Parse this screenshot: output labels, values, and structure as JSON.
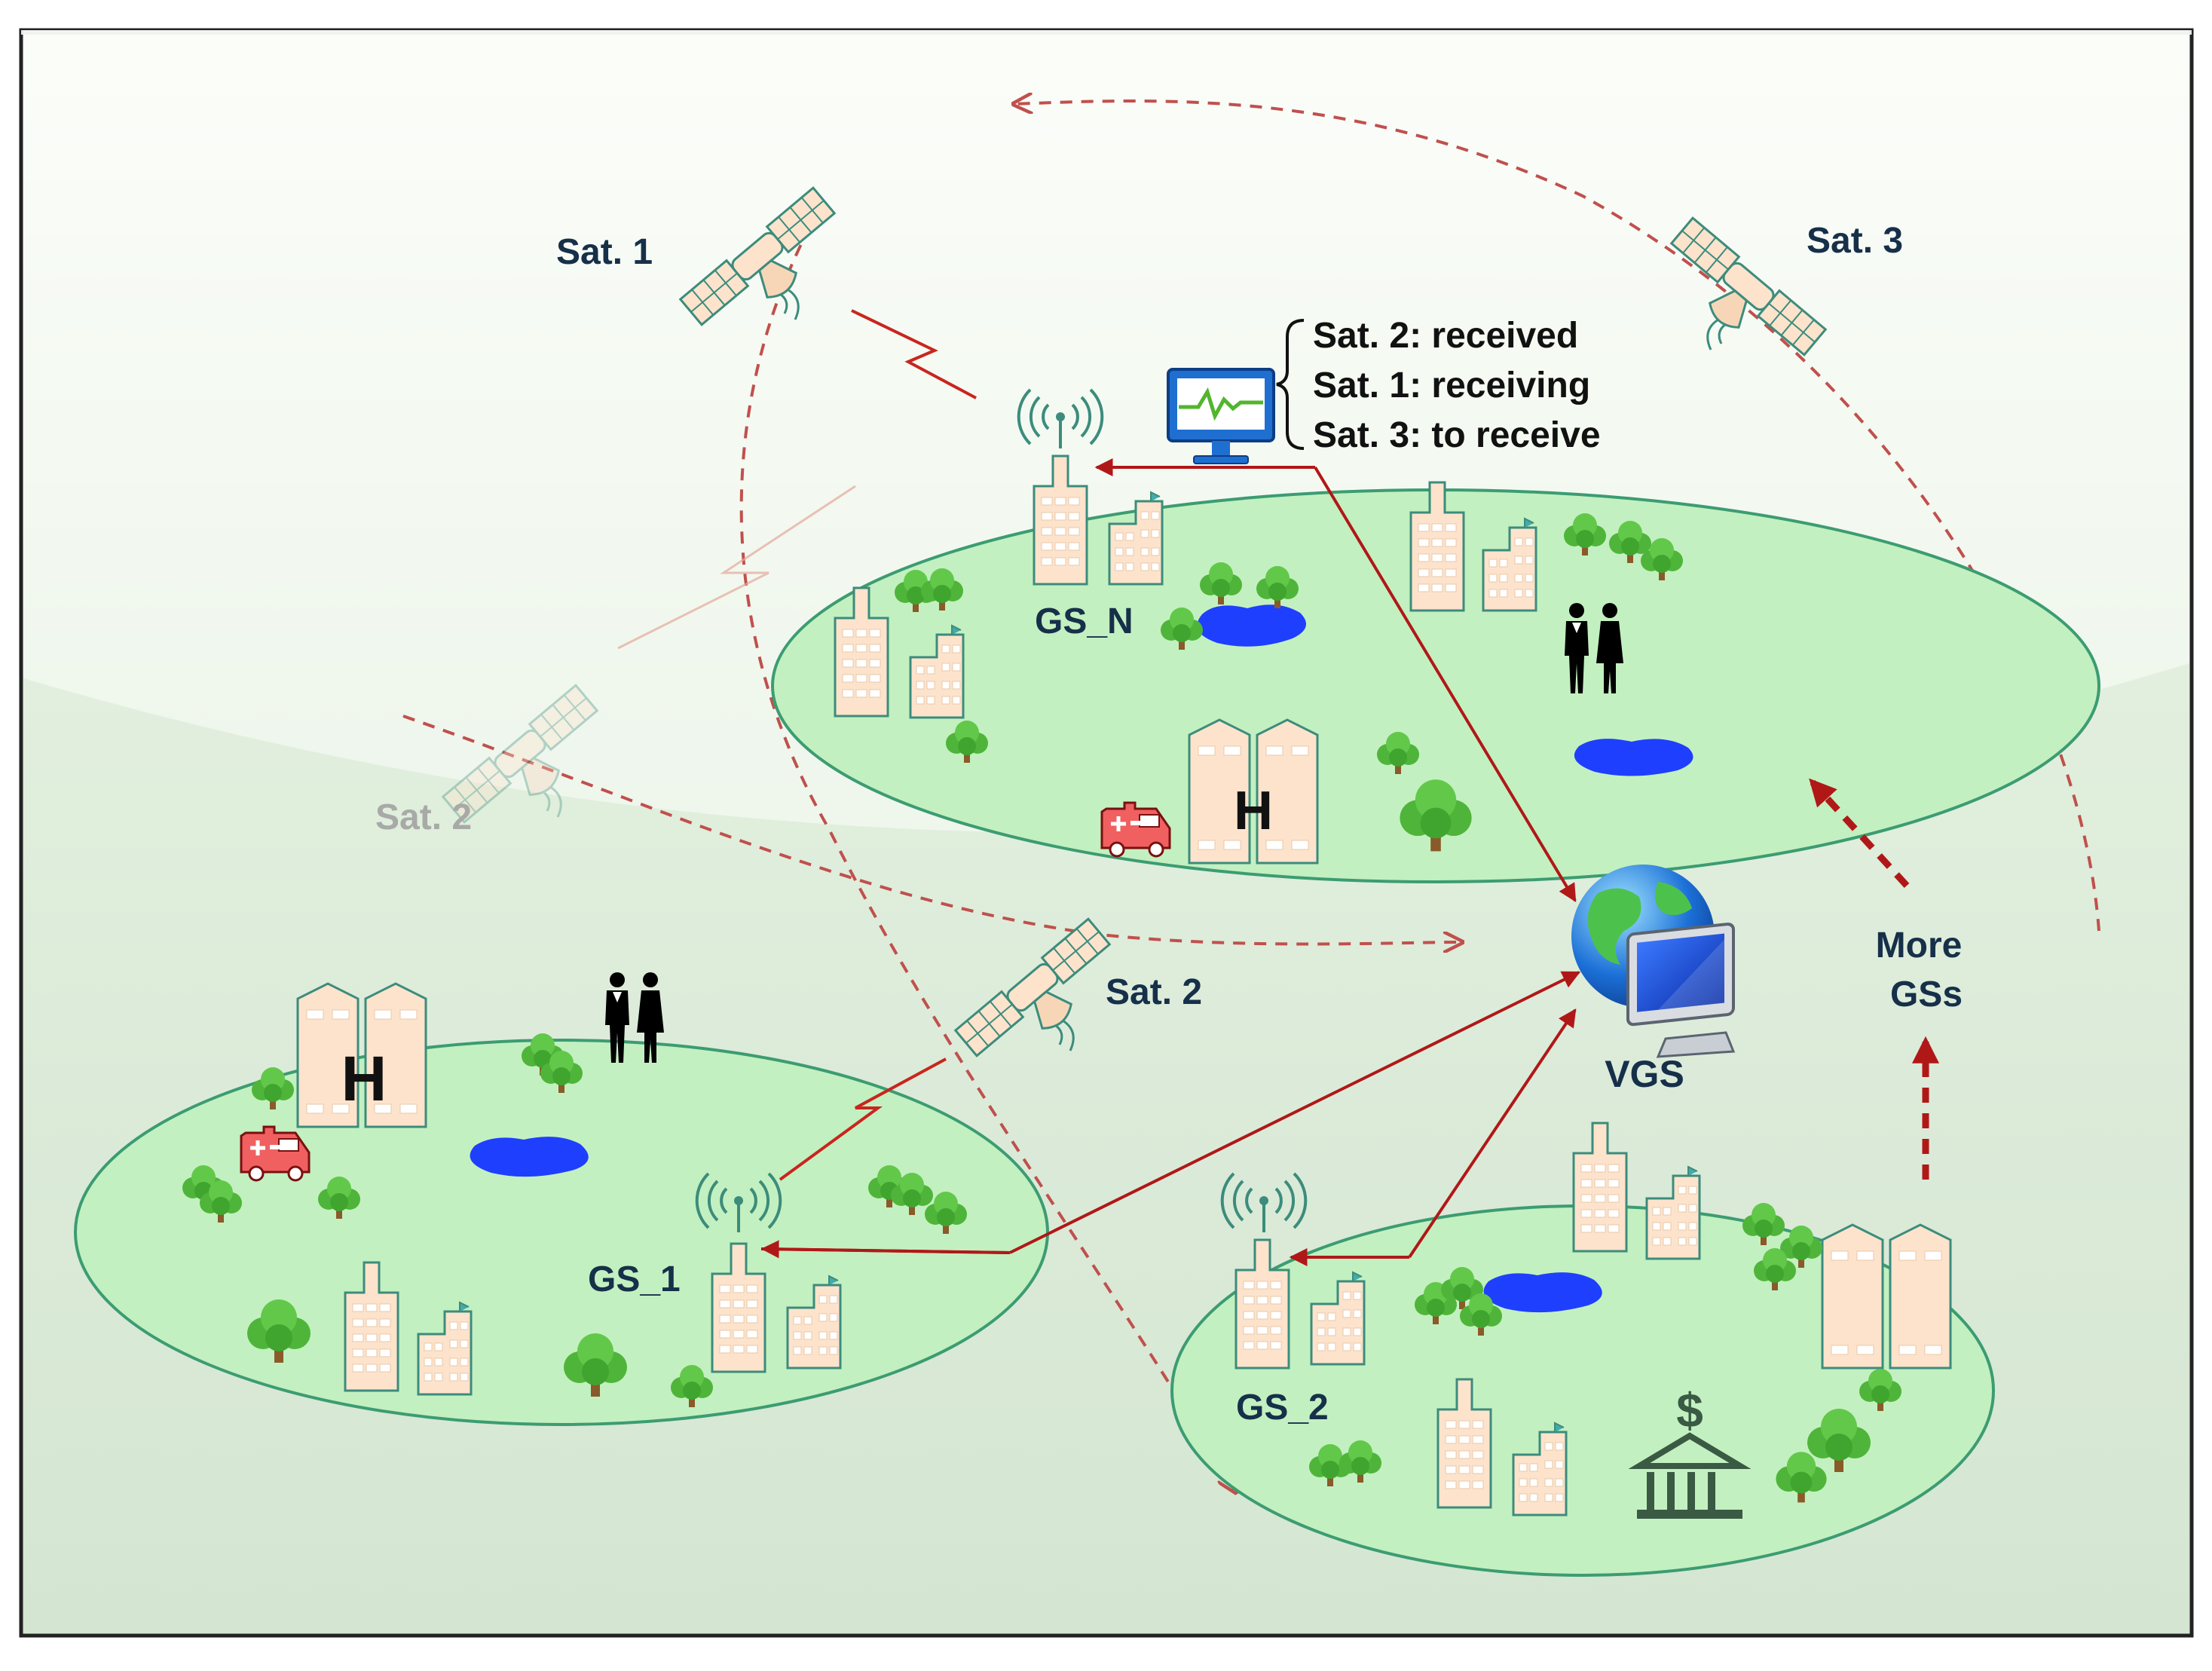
{
  "colors": {
    "background_top": "#fafcf8",
    "background_bottom": "#d4e6d2",
    "ground": "#c3f0c0",
    "ground_stroke": "#3c9c72",
    "orbit_arrow": "#c0504d",
    "link_arrow": "#b01818",
    "radio_bolt": "#c8261e",
    "building_fill": "#fde3cc",
    "tree": "#4fb53a",
    "lake": "#1f3fff",
    "label_text": "#16304a"
  },
  "labels": {
    "sat1": "Sat. 1",
    "sat2_faded": "Sat. 2",
    "sat2": "Sat. 2",
    "sat3": "Sat. 3",
    "gs_n": "GS_N",
    "gs_1": "GS_1",
    "gs_2": "GS_2",
    "vgs": "VGS",
    "more_gss_line1": "More",
    "more_gss_line2": "GSs"
  },
  "status_panel": {
    "lines": [
      "Sat. 2: received",
      "Sat. 1: receiving",
      "Sat. 3: to receive"
    ]
  },
  "building_signs": {
    "hospital": "H",
    "bank": "$"
  },
  "icons": [
    "satellite-icon",
    "ground-station-antenna-icon",
    "monitor-icon",
    "globe-computer-icon",
    "hospital-icon",
    "ambulance-icon",
    "bank-icon",
    "business-people-icon",
    "tree-icon",
    "lake-icon",
    "building-icon"
  ]
}
